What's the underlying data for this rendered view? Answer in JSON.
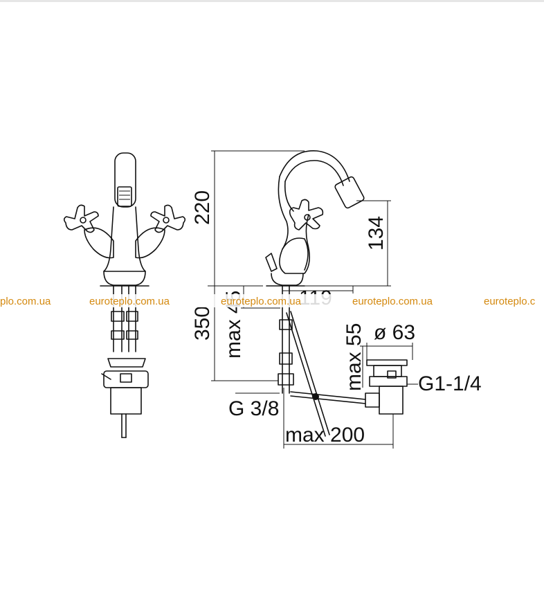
{
  "dimensions": {
    "height_220": "220",
    "height_134": "134",
    "depth_350": "350",
    "max_45": "max 45",
    "reach_119": "119",
    "max_55": "max 55",
    "diameter_63": "ø 63",
    "thread_g1_1_4": "G1-1/4",
    "thread_g3_8": "G 3/8",
    "max_200": "max 200"
  },
  "watermark": {
    "text": "euroteplo.com.ua",
    "partial_left": "plo.com.ua",
    "partial_right": "euroteplo.c",
    "color": "#d4890f"
  },
  "colors": {
    "line": "#111111",
    "background": "#ffffff"
  }
}
